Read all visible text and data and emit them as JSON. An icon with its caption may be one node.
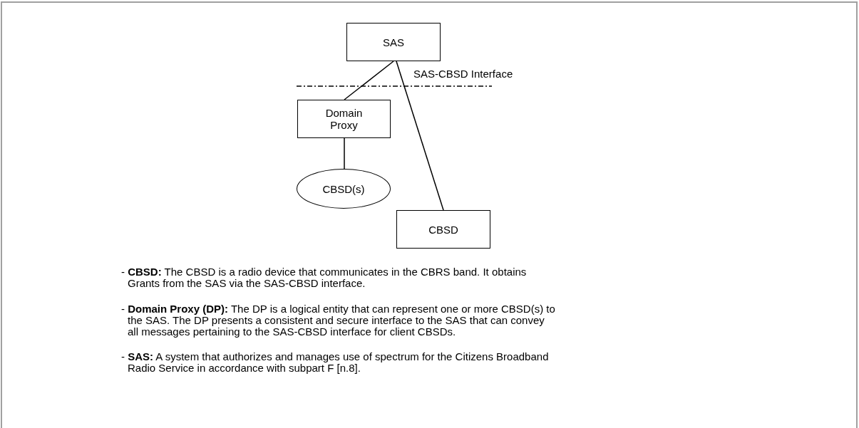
{
  "diagram": {
    "nodes": [
      {
        "text": [
          "SAS"
        ]
      },
      {
        "text": [
          "Domain Proxy"
        ]
      },
      {
        "text": [
          "CBSD(s)"
        ]
      },
      {
        "text": [
          "CBSD"
        ]
      }
    ],
    "edges": [
      {
        "from": 0,
        "to": 1,
        "arrow": "none"
      },
      {
        "from": 0,
        "to": 3,
        "arrow": "none"
      },
      {
        "from": 1,
        "to": 2,
        "arrow": "none"
      }
    ],
    "labels": [
      "SAS-CBSD Interface",
      "- **CBSD:** The CBSD is a radio device that communicates in the CBRS band. It obtains Grants from the SAS via the SAS-CBSD interface.",
      "- **Domain Proxy (DP):** The DP is a logical entity that can represent one or more CBSD(s) to the SAS. The DP presents a consistent and secure interface to the SAS that can convey all messages pertaining to the SAS-CBSD interface for client CBSDs.",
      "- **SAS:** A system that authorizes and manages use of spectrum for the Citizens Broadband Radio Service in accordance with subpart F [n.8]."
    ]
  }
}
